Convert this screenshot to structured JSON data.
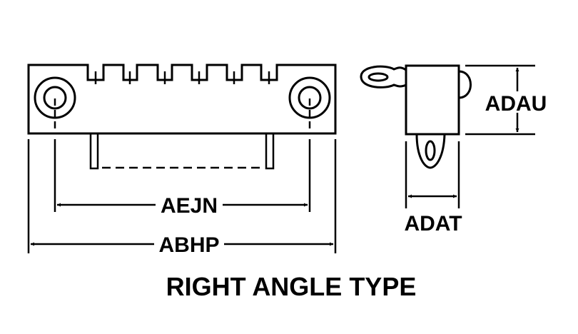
{
  "diagram": {
    "title": "RIGHT ANGLE TYPE",
    "dimensions": {
      "center_spacing": "AEJN",
      "overall_length": "ABHP",
      "height": "ADAU",
      "thickness": "ADAT"
    },
    "colors": {
      "line": "#000000",
      "background": "#ffffff"
    }
  }
}
